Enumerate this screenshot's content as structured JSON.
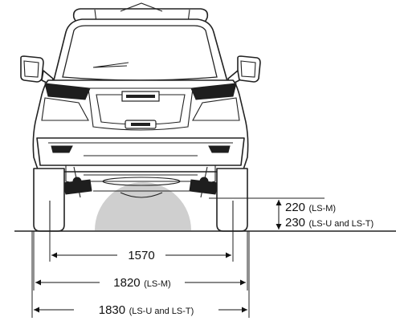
{
  "dimensions": {
    "clearance_lsm": {
      "value": "220",
      "note": "(LS-M)"
    },
    "clearance_lsut": {
      "value": "230",
      "note": "(LS-U and LS-T)"
    },
    "tread": {
      "value": "1570"
    },
    "width_lsm": {
      "value": "1820",
      "note": "(LS-M)"
    },
    "width_lsut": {
      "value": "1830",
      "note": "(LS-U and LS-T)"
    }
  },
  "colors": {
    "ground_clearance_zone": "#cfcfcf",
    "lines": "#222222"
  }
}
